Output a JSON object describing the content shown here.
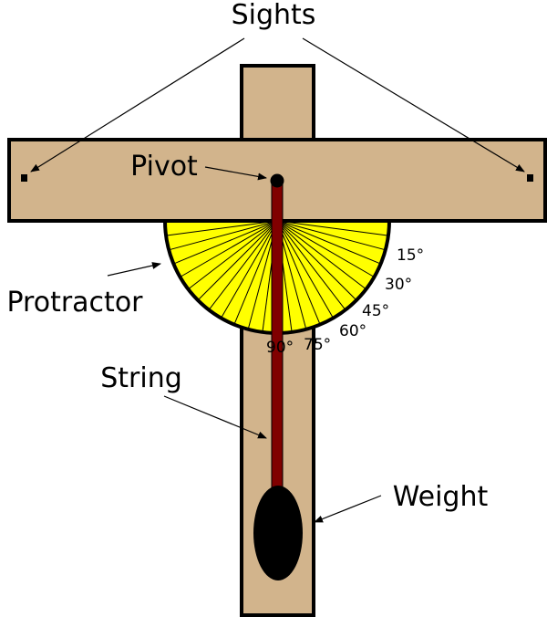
{
  "labels": {
    "sights": "Sights",
    "pivot": "Pivot",
    "protractor": "Protractor",
    "string": "String",
    "weight": "Weight"
  },
  "degree_labels": [
    "15°",
    "30°",
    "45°",
    "60°",
    "75°",
    "90°"
  ],
  "colors": {
    "wood": "#d2b48c",
    "outline": "#000000",
    "protractor": "#ffff00",
    "string": "#800000",
    "weight": "#000000"
  },
  "icons": [
    "sight-marker-icon",
    "pivot-dot-icon",
    "weight-icon"
  ]
}
